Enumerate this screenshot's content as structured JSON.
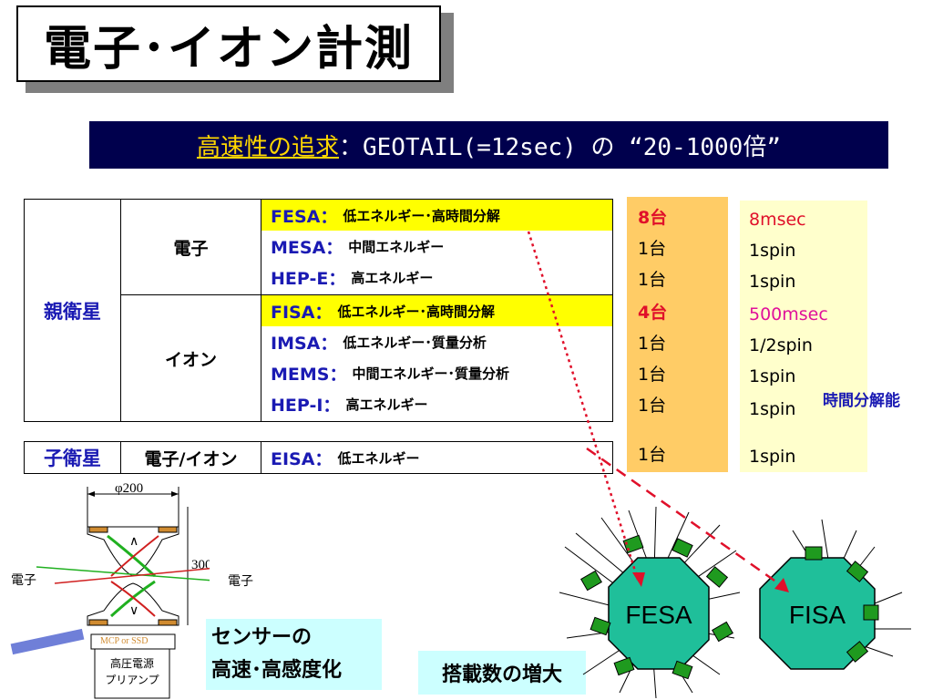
{
  "title": "電子･イオン計測",
  "banner": {
    "lead": "高速性の追求",
    "rest": "：GEOTAIL(=12sec) の “20-1000倍”"
  },
  "table": {
    "parent": {
      "label": "親衛星",
      "electron_label": "電子",
      "ion_label": "イオン",
      "electron_rows": [
        {
          "name": "FESA：",
          "desc": "低エネルギー･高時間分解"
        },
        {
          "name": "MESA：",
          "desc": "中間エネルギー"
        },
        {
          "name": "HEP-E：",
          "desc": "高エネルギー"
        }
      ],
      "ion_rows": [
        {
          "name": "FISA：",
          "desc": "低エネルギー･高時間分解"
        },
        {
          "name": "IMSA：",
          "desc": "低エネルギー･質量分析"
        },
        {
          "name": "MEMS：",
          "desc": "中間エネルギー･質量分析"
        },
        {
          "name": "HEP-I：",
          "desc": "高エネルギー"
        }
      ]
    },
    "child": {
      "label": "子衛星",
      "sub": "電子/イオン",
      "row": {
        "name": "EISA：",
        "desc": "低エネルギー"
      }
    }
  },
  "counts": [
    "8台",
    "1台",
    "1台",
    "4台",
    "1台",
    "1台",
    "1台",
    "1台"
  ],
  "resolutions": [
    "8msec",
    "1spin",
    "1spin",
    "500msec",
    "1/2spin",
    "1spin",
    "1spin",
    "1spin"
  ],
  "time_resolution_label": "時間分解能",
  "diagram": {
    "diameter_label": "φ200",
    "height_label": "300",
    "electron_left": "電子",
    "electron_right": "電子",
    "mcp_label": "MCP or SSD",
    "box_line1": "高圧電源",
    "box_line2": "プリアンプ"
  },
  "sensor_text": {
    "line1": "センサーの",
    "line2": "高速･高感度化"
  },
  "mount_text": "搭載数の増大",
  "fesa_label": "FESA",
  "fisa_label": "FISA",
  "colors": {
    "banner_bg": "#00004d",
    "banner_lead": "#ffd700",
    "category_blue": "#1a1ab3",
    "highlight_yellow": "#ffff00",
    "count_bg": "#ffcc66",
    "res_bg": "#ffffcc",
    "red": "#e0102a",
    "octagon": "#1fbf9a",
    "green_block": "#1f9a1f"
  }
}
